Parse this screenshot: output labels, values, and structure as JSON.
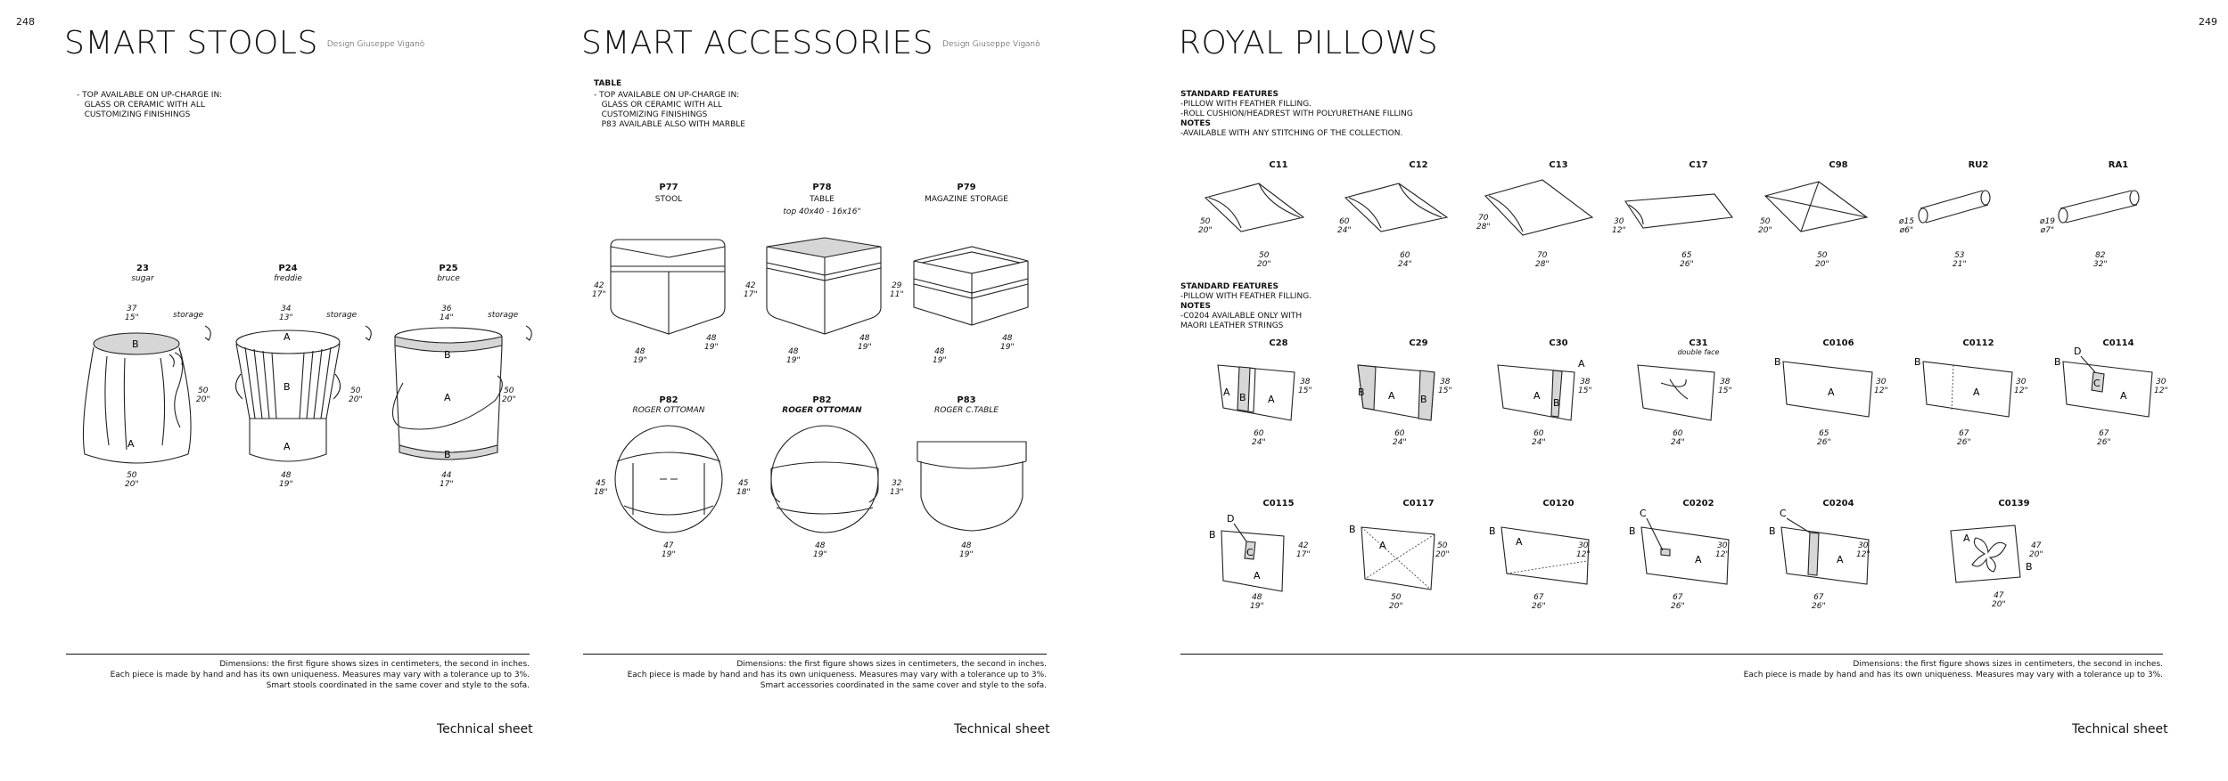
{
  "page_left": "248",
  "page_right": "249",
  "stools": {
    "title": "SMART STOOLS",
    "designer": "Design Giuseppe Viganò",
    "note": "- TOP AVAILABLE ON UP-CHARGE IN:\n   GLASS OR CERAMIC WITH ALL\n   CUSTOMIZING FINISHINGS",
    "storage_label": "storage",
    "items": [
      {
        "code": "23",
        "name": "sugar",
        "top": "37\n15\"",
        "side": "50\n20\"",
        "bottom": "50\n20\""
      },
      {
        "code": "P24",
        "name": "freddie",
        "top": "34\n13\"",
        "side": "50\n20\"",
        "bottom": "48\n19\""
      },
      {
        "code": "P25",
        "name": "bruce",
        "top": "36\n14\"",
        "side": "50\n20\"",
        "bottom": "44\n17\""
      }
    ],
    "footer": "Dimensions: the first figure shows sizes in centimeters, the second in inches.\nEach piece is made by hand and has its own uniqueness. Measures may vary with a tolerance up to 3%.\nSmart stools coordinated in the same cover and style to the sofa.",
    "tech": "Technical sheet"
  },
  "accessories": {
    "title": "SMART ACCESSORIES",
    "designer": "Design Giuseppe Viganò",
    "table_heading": "TABLE",
    "note": "- TOP AVAILABLE ON UP-CHARGE IN:\n   GLASS OR CERAMIC WITH ALL\n   CUSTOMIZING FINISHINGS\n   P83 AVAILABLE ALSO WITH MARBLE",
    "row1": [
      {
        "code": "P77",
        "name": "STOOL",
        "extra": "",
        "side": "42\n17\"",
        "b1": "48\n19\"",
        "b2": "48\n19\""
      },
      {
        "code": "P78",
        "name": "TABLE",
        "extra": "top 40x40 - 16x16\"",
        "side": "42\n17\"",
        "b1": "48\n19\"",
        "b2": "48\n19\""
      },
      {
        "code": "P79",
        "name": "MAGAZINE STORAGE",
        "extra": "",
        "side": "29\n11\"",
        "b1": "48\n19\"",
        "b2": "48\n19\""
      }
    ],
    "row2": [
      {
        "code": "P82",
        "name": "ROGER OTTOMAN",
        "side": "45\n18\"",
        "bottom": "47\n19\""
      },
      {
        "code": "P82",
        "name": "ROGER OTTOMAN",
        "side": "45\n18\"",
        "bottom": "48\n19\""
      },
      {
        "code": "P83",
        "name": "ROGER C.TABLE",
        "side": "32\n13\"",
        "bottom": "48\n19\""
      }
    ],
    "footer": "Dimensions: the first figure shows sizes in centimeters, the second in inches.\nEach piece is made by hand and has its own uniqueness. Measures may vary with a tolerance up to 3%.\nSmart accessories coordinated in the same cover and style to the sofa.",
    "tech": "Technical sheet"
  },
  "pillows": {
    "title": "ROYAL PILLOWS",
    "block1": {
      "heading": "STANDARD FEATURES",
      "lines": "-PILLOW WITH FEATHER FILLING.\n-ROLL CUSHION/HEADREST WITH POLYURETHANE FILLING",
      "notes_heading": "NOTES",
      "notes": "-AVAILABLE WITH ANY STITCHING OF THE COLLECTION."
    },
    "block2": {
      "heading": "STANDARD FEATURES",
      "lines": "-PILLOW WITH FEATHER FILLING.",
      "notes_heading": "NOTES",
      "notes": "-C0204 AVAILABLE ONLY WITH\nMAORI LEATHER STRINGS"
    },
    "row1": [
      {
        "code": "C11",
        "side": "50\n20\"",
        "bottom": "50\n20\""
      },
      {
        "code": "C12",
        "side": "60\n24\"",
        "bottom": "60\n24\""
      },
      {
        "code": "C13",
        "side": "70\n28\"",
        "bottom": "70\n28\""
      },
      {
        "code": "C17",
        "side": "30\n12\"",
        "bottom": "65\n26\""
      },
      {
        "code": "C98",
        "side": "50\n20\"",
        "bottom": "50\n20\""
      },
      {
        "code": "RU2",
        "side": "ø15\nø6\"",
        "bottom": "53\n21\""
      },
      {
        "code": "RA1",
        "side": "ø19\nø7\"",
        "bottom": "82\n32\""
      }
    ],
    "row2": [
      {
        "code": "C28",
        "extra": "",
        "side": "38\n15\"",
        "bottom": "60\n24\""
      },
      {
        "code": "C29",
        "extra": "",
        "side": "38\n15\"",
        "bottom": "60\n24\""
      },
      {
        "code": "C30",
        "extra": "",
        "side": "38\n15\"",
        "bottom": "60\n24\""
      },
      {
        "code": "C31",
        "extra": "double face",
        "side": "38\n15\"",
        "bottom": "60\n24\""
      },
      {
        "code": "C0106",
        "extra": "",
        "side": "30\n12\"",
        "bottom": "65\n26\""
      },
      {
        "code": "C0112",
        "extra": "",
        "side": "30\n12\"",
        "bottom": "67\n26\""
      },
      {
        "code": "C0114",
        "extra": "",
        "side": "30\n12\"",
        "bottom": "67\n26\""
      }
    ],
    "row3": [
      {
        "code": "C0115",
        "side": "42\n17\"",
        "bottom": "48\n19\""
      },
      {
        "code": "C0117",
        "side": "50\n20\"",
        "bottom": "50\n20\""
      },
      {
        "code": "C0120",
        "side": "30\n12\"",
        "bottom": "67\n26\""
      },
      {
        "code": "C0202",
        "side": "30\n12\"",
        "bottom": "67\n26\""
      },
      {
        "code": "C0204",
        "side": "30\n12\"",
        "bottom": "67\n26\""
      },
      {
        "code": "C0139",
        "side": "47\n20\"",
        "bottom": "47\n20\""
      }
    ],
    "footer": "Dimensions: the first figure shows sizes in centimeters, the second in inches.\nEach piece is made by hand and has its own uniqueness. Measures may vary with a tolerance up to 3%.",
    "tech": "Technical sheet"
  }
}
